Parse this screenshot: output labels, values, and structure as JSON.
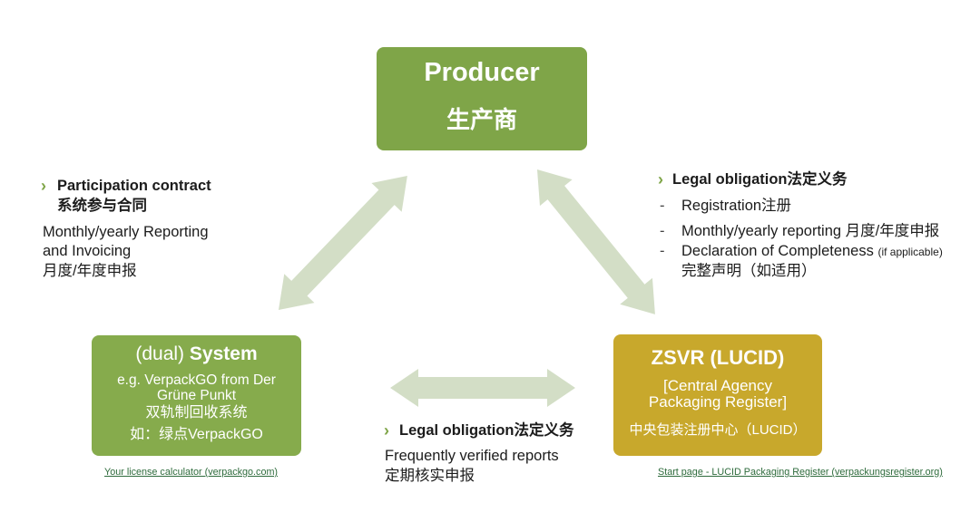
{
  "diagram": {
    "nodes": {
      "producer": {
        "title": "Producer",
        "subtitle": "生产商",
        "color": "#7fa548"
      },
      "system": {
        "title_prefix": "(dual)",
        "title_main": "System",
        "lines": [
          "e.g. VerpackGO from Der",
          "Grüne Punkt",
          "双轨制回收系统",
          "如：绿点VerpackGO"
        ],
        "color": "#86ab4c"
      },
      "zsvr": {
        "title": "ZSVR (LUCID)",
        "lines": [
          "[Central Agency",
          "Packaging Register]",
          "中央包装注册中心（LUCID）"
        ],
        "color": "#c8a82c"
      }
    },
    "relations": {
      "producer_system": {
        "marker": "›",
        "heading": "Participation contract",
        "heading_zh": "系统参与合同",
        "lines": [
          "Monthly/yearly Reporting",
          "and Invoicing",
          "月度/年度申报"
        ]
      },
      "producer_zsvr": {
        "marker": "›",
        "heading": "Legal obligation法定义务",
        "items": [
          {
            "marker": "-",
            "text": "Registration注册"
          },
          {
            "marker": "-",
            "text": "Monthly/yearly reporting 月度/年度申报"
          },
          {
            "marker": "-",
            "text": "Declaration of Completeness",
            "note": "(if applicable)",
            "text_zh": "完整声明（如适用）"
          }
        ]
      },
      "system_zsvr": {
        "marker": "›",
        "heading": "Legal obligation法定义务",
        "lines": [
          "Frequently verified reports",
          "定期核实申报"
        ]
      }
    },
    "links": {
      "system": "Your license calculator (verpackgo.com)",
      "zsvr": "Start page - LUCID Packaging Register (verpackungsregister.org)"
    },
    "colors": {
      "arrow": "#d3dec6",
      "marker": "#7fa548",
      "link": "#2e6b3c"
    }
  }
}
